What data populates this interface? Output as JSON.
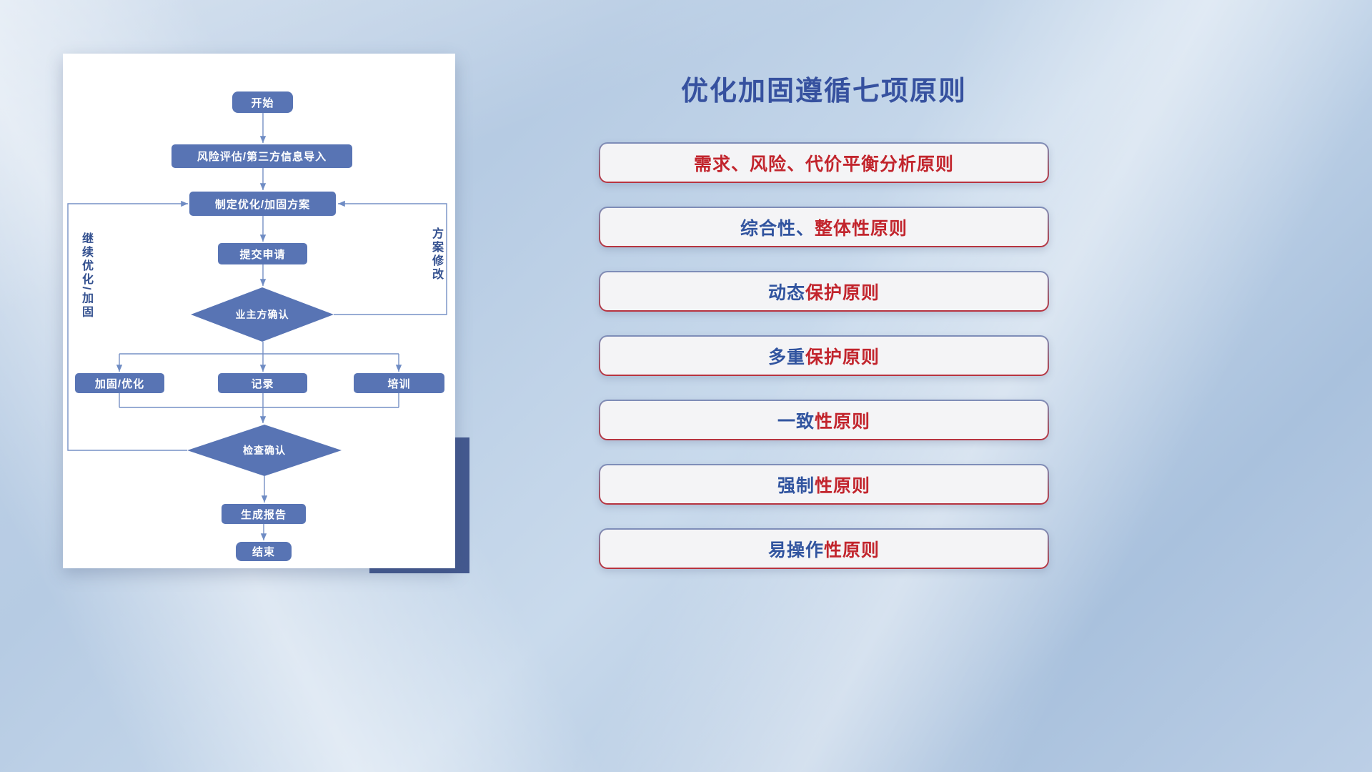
{
  "title": "优化加固遵循七项原则",
  "flowchart": {
    "nodes": {
      "start": "开始",
      "risk_import": "风险评估/第三方信息导入",
      "make_plan": "制定优化/加固方案",
      "submit": "提交申请",
      "owner_confirm": "业主方确认",
      "reinforce": "加固/优化",
      "record": "记录",
      "train": "培训",
      "check_confirm": "检查确认",
      "report": "生成报告",
      "end": "结束"
    },
    "side_labels": {
      "left": "继续优化/加固",
      "right": "方案修改"
    }
  },
  "principles": [
    {
      "parts": [
        {
          "text": "",
          "color": "#31549f"
        },
        {
          "text": "需求、风险、代价平衡分析原则",
          "color": "#c2252d"
        }
      ]
    },
    {
      "parts": [
        {
          "text": "综合性、",
          "color": "#31549f"
        },
        {
          "text": "整体性原则",
          "color": "#c2252d"
        }
      ]
    },
    {
      "parts": [
        {
          "text": "动态",
          "color": "#31549f"
        },
        {
          "text": "保护原则",
          "color": "#c2252d"
        }
      ]
    },
    {
      "parts": [
        {
          "text": "多重",
          "color": "#31549f"
        },
        {
          "text": "保护原则",
          "color": "#c2252d"
        }
      ]
    },
    {
      "parts": [
        {
          "text": "一致",
          "color": "#31549f"
        },
        {
          "text": "性原则",
          "color": "#c2252d"
        }
      ]
    },
    {
      "parts": [
        {
          "text": "强制",
          "color": "#31549f"
        },
        {
          "text": "性原则",
          "color": "#c2252d"
        }
      ]
    },
    {
      "parts": [
        {
          "text": "易操作",
          "color": "#31549f"
        },
        {
          "text": "性原则",
          "color": "#c2252d"
        }
      ]
    }
  ],
  "colors": {
    "title": "#36519f",
    "node_fill": "#5874b4",
    "connector": "#7690c5",
    "accent_rect": "#44598f",
    "principle_red": "#c2252d",
    "principle_blue": "#31549f"
  }
}
